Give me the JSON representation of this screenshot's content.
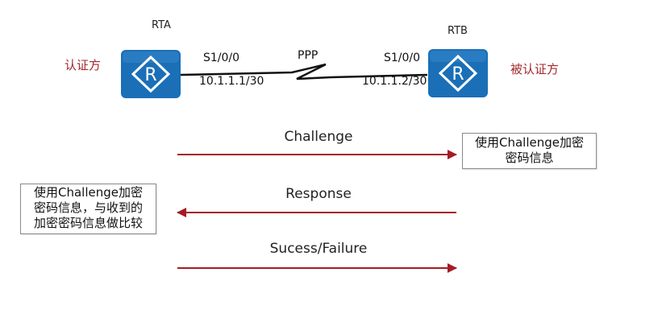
{
  "routers": [
    {
      "name": "RTA",
      "role": "认证方",
      "interface": "S1/0/0",
      "ip": "10.1.1.1/30",
      "icon": "router-icon"
    },
    {
      "name": "RTB",
      "role": "被认证方",
      "interface": "S1/0/0",
      "ip": "10.1.1.2/30",
      "icon": "router-icon"
    }
  ],
  "link": {
    "protocol": "PPP",
    "icon": "serial-link-zigzag"
  },
  "messages": [
    {
      "label": "Challenge",
      "direction": "RTA→RTB"
    },
    {
      "label": "Response",
      "direction": "RTB→RTA"
    },
    {
      "label": "Sucess/Failure",
      "direction": "RTA→RTB"
    }
  ],
  "notes": {
    "rtb": {
      "lines": [
        "使用Challenge加密",
        "密码信息"
      ]
    },
    "rta": {
      "lines": [
        "使用Challenge加密",
        "密码信息，与收到的",
        "加密密码信息做比较"
      ]
    }
  },
  "colors": {
    "router_fill": "#1a6fb7",
    "arrow": "#a51c24",
    "role_text": "#a0282d",
    "link_line": "#111111"
  }
}
